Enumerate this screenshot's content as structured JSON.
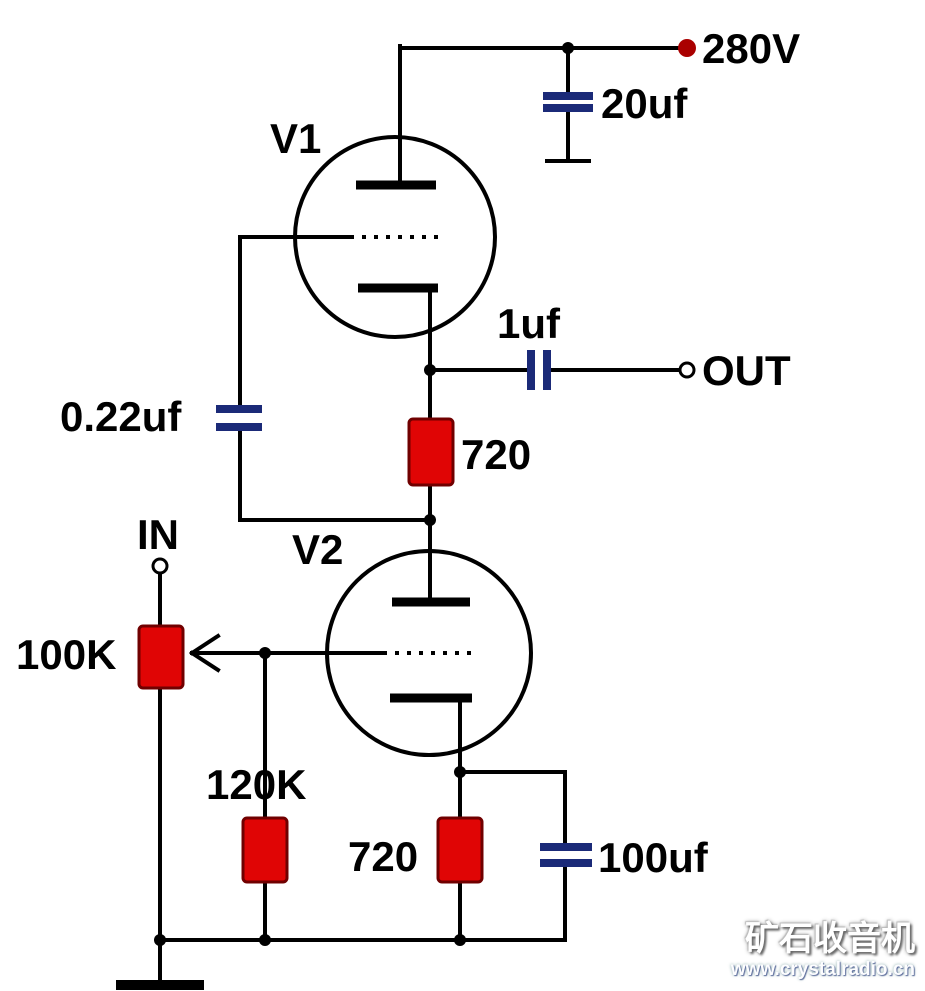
{
  "colors": {
    "wire": "#000000",
    "resistor_fill": "#e00505",
    "capacitor_plate": "#1b2a78",
    "supply_dot": "#aa0000",
    "label_120k": "#991111"
  },
  "schematic": {
    "supply_label": "280V",
    "tube_v1": "V1",
    "tube_v2": "V2",
    "terminal_in": "IN",
    "terminal_out": "OUT",
    "cap_supply": "20uf",
    "cap_output": "1uf",
    "cap_feedback": "0.22uf",
    "cap_bypass": "100uf",
    "res_v1_cathode": "720",
    "res_input_pot": "100K",
    "res_grid": "120K",
    "res_v2_cathode": "720"
  },
  "watermark": {
    "site_name": "矿石收音机",
    "site_url": "www.crystalradio.cn"
  }
}
